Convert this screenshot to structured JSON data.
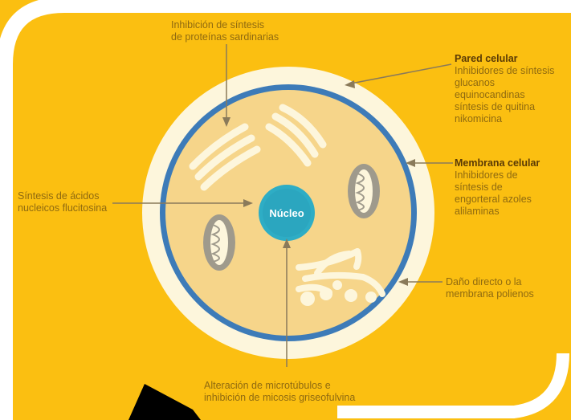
{
  "colors": {
    "background": "#fbbf11",
    "frame": "#ffffff",
    "cell_wall": "#fdf6dc",
    "membrane": "#3d7bb8",
    "cytoplasm": "#f6d58a",
    "nucleus": "#2eadc5",
    "organelle": "#fdf6dc",
    "mitochondria_outer": "#9f9a8c",
    "pointer_line": "#8a7a5a",
    "label_text": "#8f6a10",
    "label_bold_text": "#5a3a05",
    "corner_arrow": "#000000"
  },
  "labels": {
    "nucleus": "Núcleo",
    "protein_synthesis": [
      "Inhibición de síntesis",
      "de proteínas sardinarias"
    ],
    "cell_wall": {
      "title": "Pared celular",
      "lines": [
        "Inhibidores de síntesis",
        "glucanos",
        "equinocandinas",
        "síntesis de quitina",
        "nikomicina"
      ]
    },
    "cell_membrane": {
      "title": "Membrana celular",
      "lines": [
        "Inhibidores de",
        "síntesis de",
        "engorteral azoles",
        "alilaminas"
      ]
    },
    "nucleic_acids": [
      "Síntesis de ácidos",
      "nucleicos flucitosina"
    ],
    "membrane_damage": [
      "Daño directo o la",
      "membrana polienos"
    ],
    "microtubules": [
      "Alteración de microtúbulos e",
      "inhibición de micosis griseofulvina"
    ]
  }
}
